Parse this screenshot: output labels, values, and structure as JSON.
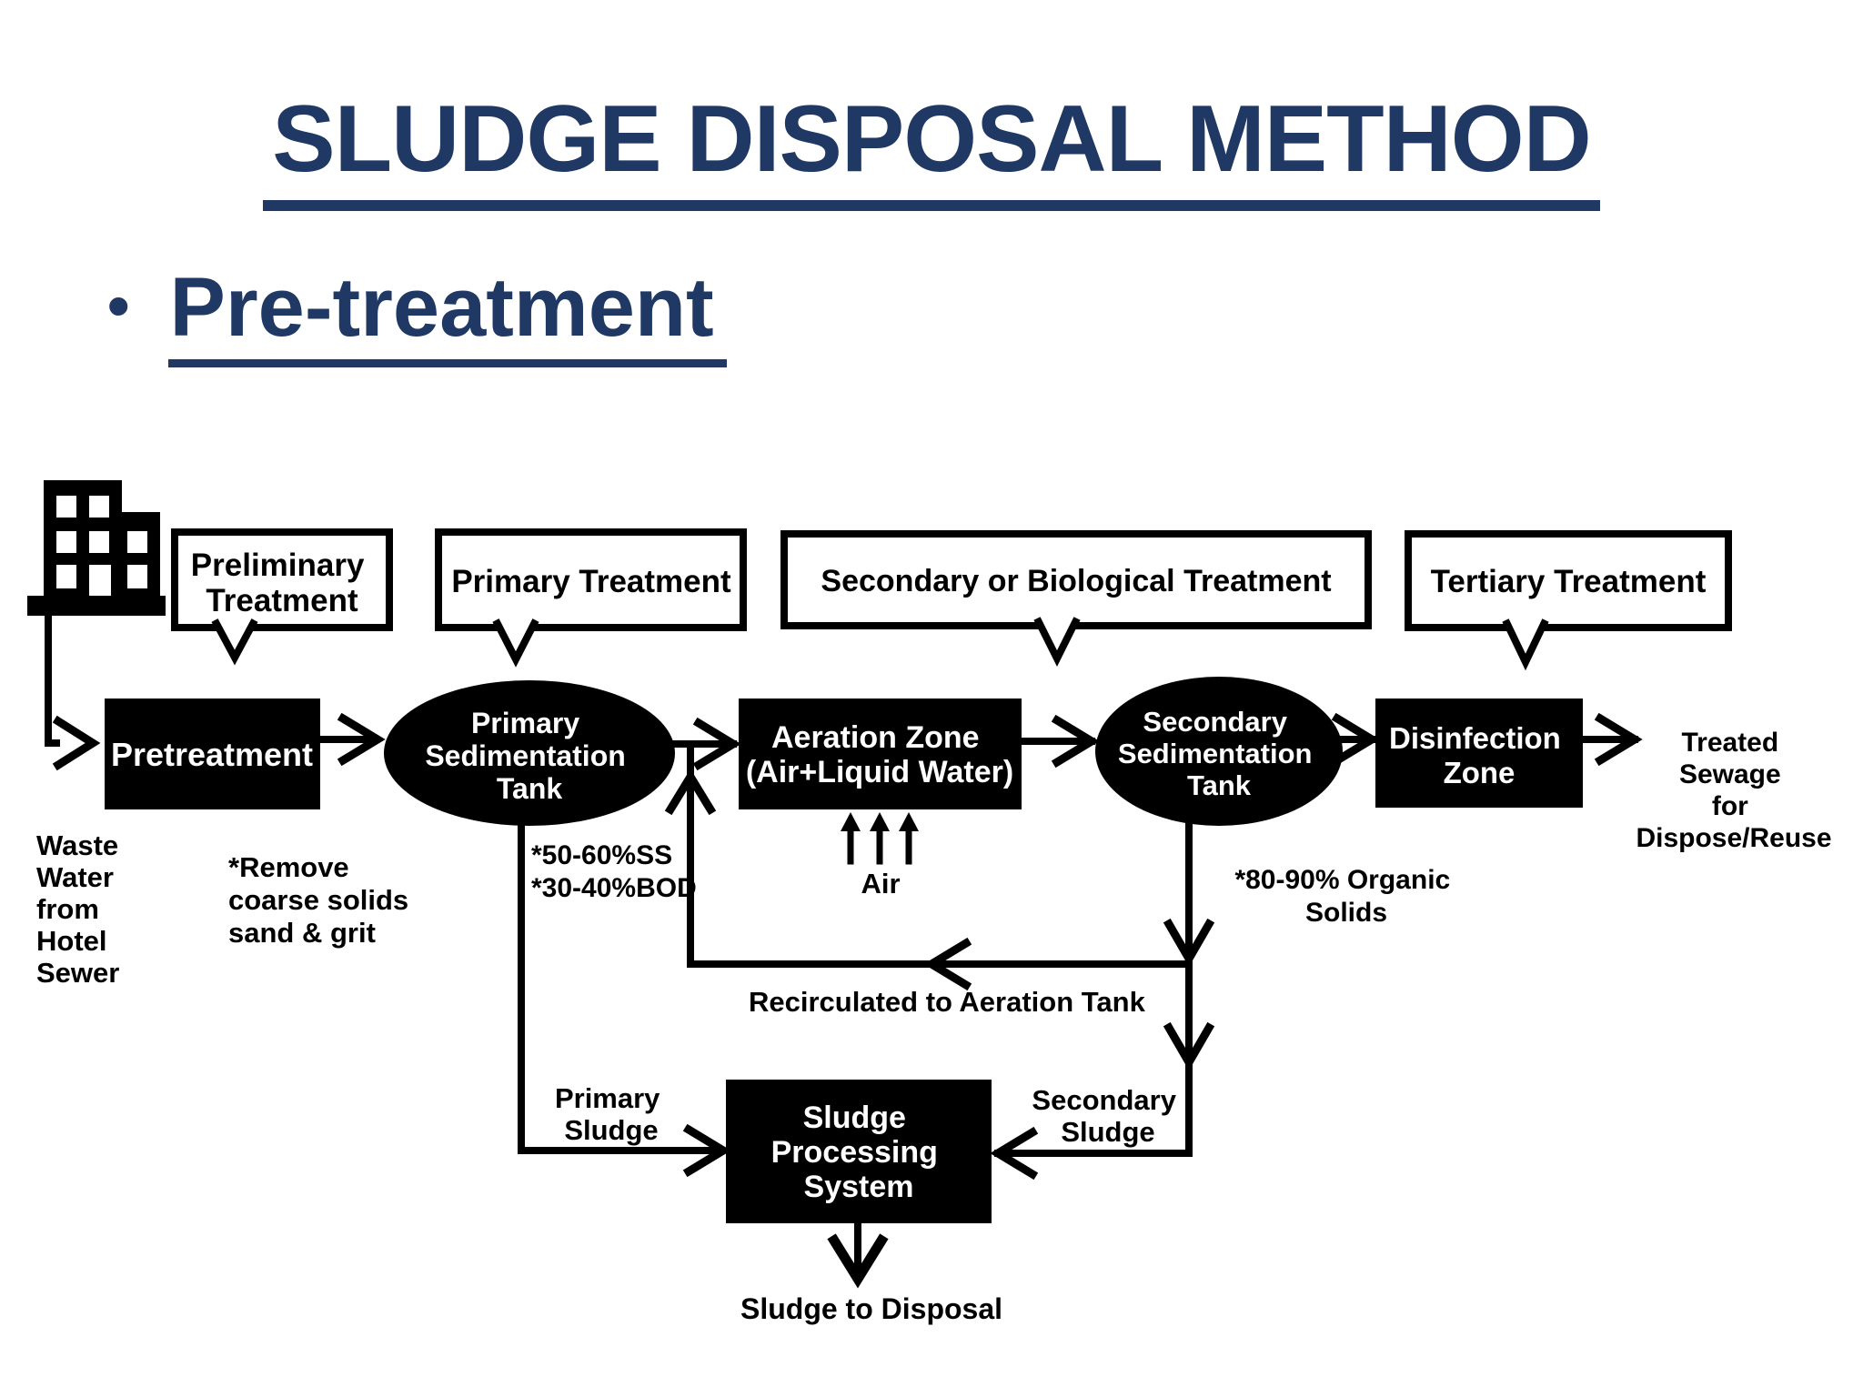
{
  "page": {
    "title": "SLUDGE DISPOSAL METHOD",
    "bullet_marker": "•",
    "bullet": "Pre-treatment"
  },
  "colors": {
    "title_navy": "#1f3864",
    "diagram_ink": "#000000",
    "background": "#ffffff"
  },
  "callouts": {
    "preliminary": [
      "Preliminary",
      "Treatment"
    ],
    "primary": "Primary Treatment",
    "secondary": "Secondary or Biological Treatment",
    "tertiary": "Tertiary Treatment"
  },
  "nodes": {
    "pretreatment": "Pretreatment",
    "primary_sed": [
      "Primary",
      "Sedimentation",
      "Tank"
    ],
    "aeration": [
      "Aeration Zone",
      "(Air+Liquid Water)"
    ],
    "secondary_sed": [
      "Secondary",
      "Sedimentation",
      "Tank"
    ],
    "disinfection": [
      "Disinfection",
      "Zone"
    ],
    "sludge_processing": [
      "Sludge",
      "Processing",
      "System"
    ]
  },
  "labels": {
    "waste_water": [
      "Waste",
      "Water",
      "from",
      "Hotel",
      "Sewer"
    ],
    "remove": [
      "*Remove",
      "coarse solids",
      "sand & grit"
    ],
    "primary_removal": [
      "*50-60%SS",
      "*30-40%BOD"
    ],
    "air": "Air",
    "organic": [
      "*80-90% Organic",
      "Solids"
    ],
    "recirculated": "Recirculated to Aeration Tank",
    "primary_sludge": [
      "Primary",
      "Sludge"
    ],
    "secondary_sludge": [
      "Secondary",
      "Sludge"
    ],
    "treated": [
      "Treated",
      "Sewage",
      "for",
      "Dispose/Reuse"
    ],
    "sludge_disposal": "Sludge to Disposal"
  }
}
